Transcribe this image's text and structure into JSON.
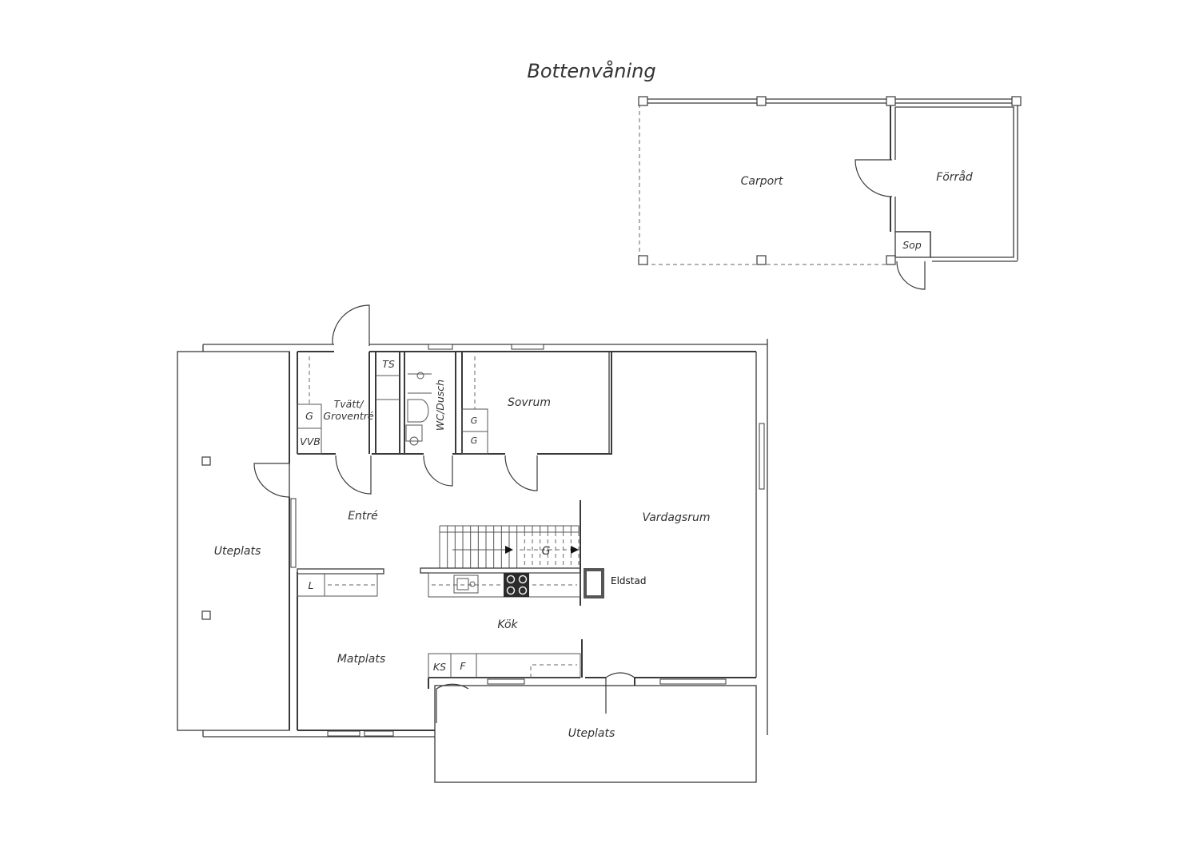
{
  "title": "Bottenvåning",
  "rooms": {
    "carport": "Carport",
    "forrad": "Förråd",
    "sop": "Sop",
    "tvatt_line1": "Tvätt/",
    "tvatt_line2": "Groventré",
    "ts": "TS",
    "g_tvatt": "G",
    "vvb": "VVB",
    "wc": "WC/Dusch",
    "sovrum": "Sovrum",
    "g_sovrum_1": "G",
    "g_sovrum_2": "G",
    "entre": "Entré",
    "uteplats_west": "Uteplats",
    "vardagsrum": "Vardagsrum",
    "stair_g": "G",
    "eldstad": "Eldstad",
    "l": "L",
    "kok": "Kök",
    "matplats": "Matplats",
    "ks": "KS",
    "f": "F",
    "uteplats_south": "Uteplats"
  }
}
